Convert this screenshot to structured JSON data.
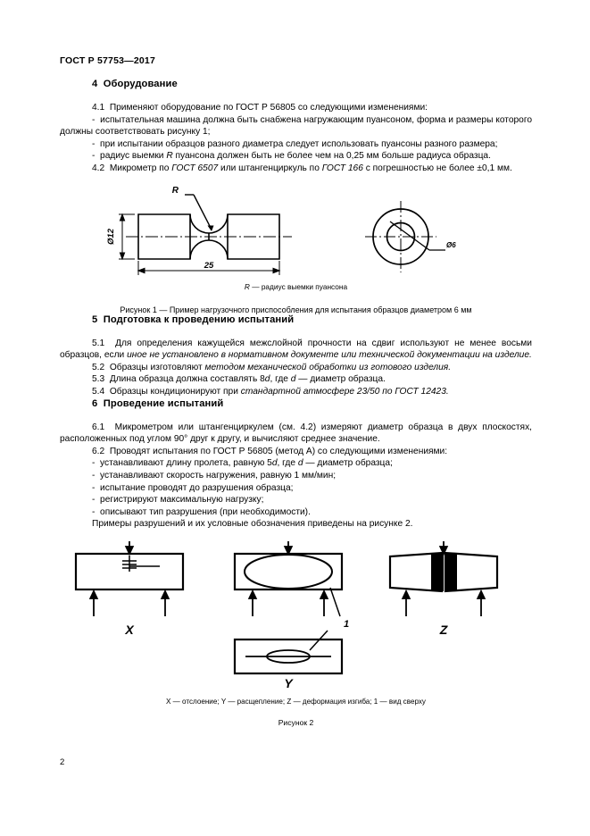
{
  "document": {
    "standard_id": "ГОСТ Р 57753—2017",
    "page_number": "2"
  },
  "sections": [
    {
      "number": "4",
      "title": "Оборудование",
      "paragraphs": [
        "4.1  Применяют оборудование по ГОСТ Р 56805 со следующими изменениями:",
        "-  испытательная машина должна быть снабжена нагружающим пуансоном, форма и размеры которого должны соответствовать рисунку 1;",
        "-  при испытании образцов разного диаметра следует использовать пуансоны разного размера;",
        "-  радиус выемки R пуансона должен быть не более чем на 0,25 мм больше радиуса образца.",
        "4.2  Микрометр по ГОСТ 6507 или штангенциркуль по ГОСТ 166 с погрешностью не более ±0,1 мм."
      ]
    },
    {
      "number": "5",
      "title": "Подготовка к проведению испытаний",
      "paragraphs": [
        "5.1  Для определения кажущейся межслойной прочности на сдвиг используют не менее восьми образцов, если иное не установлено в нормативном документе или технической документации на изделие.",
        "5.2  Образцы изготовляют методом механической обработки из готового изделия.",
        "5.3  Длина образца должна составлять 8d, где d — диаметр образца.",
        "5.4  Образцы кондиционируют при стандартной атмосфере 23/50 по ГОСТ 12423."
      ]
    },
    {
      "number": "6",
      "title": "Проведение испытаний",
      "paragraphs": [
        "6.1  Микрометром или штангенциркулем (см. 4.2) измеряют диаметр образца в двух плоскостях, расположенных под углом 90° друг к другу, и вычисляют среднее значение.",
        "6.2  Проводят испытания по ГОСТ Р 56805 (метод А) со следующими изменениями:",
        "-  устанавливают длину пролета, равную 5d, где d — диаметр образца;",
        "-  устанавливают скорость нагружения, равную 1 мм/мин;",
        "-  испытание проводят до разрушения образца;",
        "-  регистрируют максимальную нагрузку;",
        "-  описывают тип разрушения (при необходимости).",
        "Примеры разрушений и их условные обозначения приведены на рисунке 2."
      ]
    }
  ],
  "figure1": {
    "dimension_diameter": "Ø12",
    "dimension_length": "25",
    "dimension_bore": "Ø6",
    "radius_label": "R",
    "note": "R — радиус выемки пуансона",
    "caption": "Рисунок  1 — Пример нагрузочного приспособления для испытания образцов диаметром 6 мм"
  },
  "figure2": {
    "label_x": "X",
    "label_y": "Y",
    "label_z": "Z",
    "label_1": "1",
    "note": "X — отслоение; Y — расщепление; Z — деформация изгиба; 1 — вид сверху",
    "caption": "Рисунок 2"
  }
}
